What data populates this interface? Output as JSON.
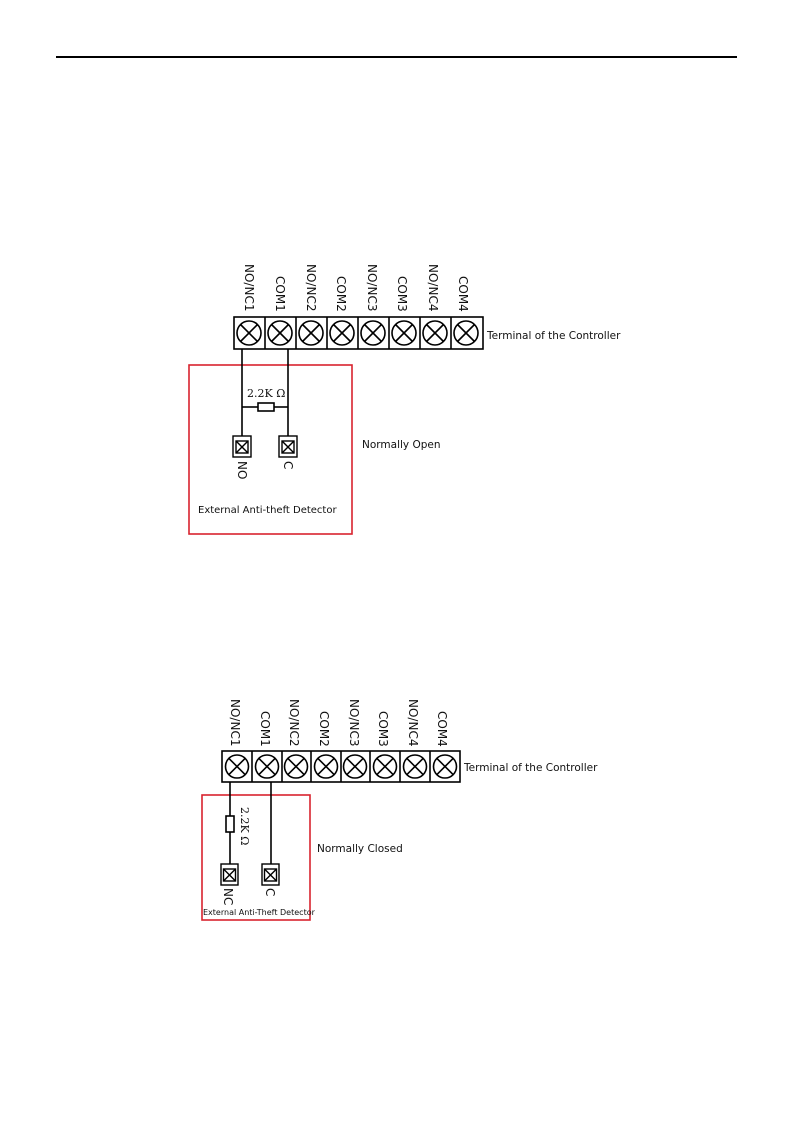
{
  "colors": {
    "line": "#000000",
    "detector_box": "#d9232e",
    "background": "#ffffff"
  },
  "diagrams": [
    {
      "terminals": [
        "NO/NC1",
        "COM1",
        "NO/NC2",
        "COM2",
        "NO/NC3",
        "COM3",
        "NO/NC4",
        "COM4"
      ],
      "controller_label": "Terminal of the Controller",
      "resistor_label": "2.2K Ω",
      "detector_terminals": [
        "NO",
        "C"
      ],
      "mode_label": "Normally Open",
      "detector_label": "External Anti-theft Detector"
    },
    {
      "terminals": [
        "NO/NC1",
        "COM1",
        "NO/NC2",
        "COM2",
        "NO/NC3",
        "COM3",
        "NO/NC4",
        "COM4"
      ],
      "controller_label": "Terminal of the Controller",
      "resistor_label": "2.2K Ω",
      "detector_terminals": [
        "NC",
        "C"
      ],
      "mode_label": "Normally Closed",
      "detector_label": "External Anti-Theft Detector"
    }
  ]
}
